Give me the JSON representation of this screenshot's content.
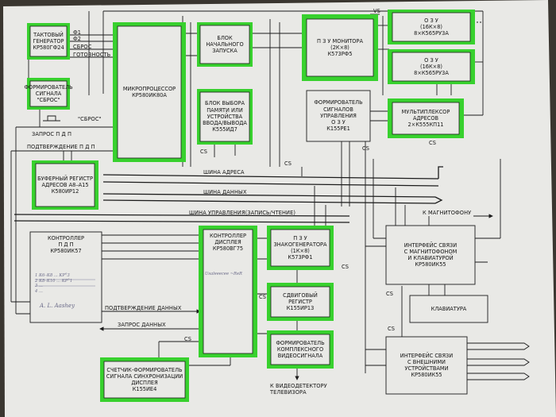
{
  "blocks": {
    "clock_gen": "ТАКТОВЫЙ\nГЕНЕРАТОР\nКР580ГФ24",
    "reset_former": "ФОРМИРОВАТЕЛЬ\nСИГНАЛА\n\"СБРОС\"",
    "cpu": "МИКРОПРОЦЕССОР\nКР580ИК80А",
    "start_block": "БЛОК\nНАЧАЛЬНОГО\nЗАПУСКА",
    "mem_select": "БЛОК ВЫБОРА\nПАМЯТИ ИЛИ\nУСТРОЙСТВА\nВВОДА/ВЫВОДА\nК555ИД7",
    "monitor_rom": "П З У МОНИТОРА\n(2К×8)\nК573РФ5",
    "ram1": "О З У\n(16К×8)\n8×К565РУ3А",
    "ram2": "О З У\n(16К×8)\n8×К565РУ3А",
    "ram_ctrl": "ФОРМИРОВАТЕЛЬ\nСИГНАЛОВ\nУПРАВЛЕНИЯ\nО З У\nК155РЕ1",
    "addr_mux": "МУЛЬТИПЛЕКСОР\nАДРЕСОВ\n2×К555КП11",
    "addr_buf": "БУФЕРНЫЙ РЕГИСТР\nАДРЕСОВ А8–А15\nК580ИР12",
    "dma_ctrl": "КОНТРОЛЛЕР\nП Д П\nКР580ИК57",
    "disp_ctrl": "КОНТРОЛЛЕР\nДИСПЛЕЯ\nКР580ВГ75",
    "char_rom": "П З У\nЗНАКОГЕНЕРАТОРА\n(1К×8)\nК573РФ1",
    "shift_reg": "СДВИГОВЫЙ\nРЕГИСТР\nК155ИР13",
    "video_former": "ФОРМИРОВАТЕЛЬ\nКОМПЛЕКСНОГО\nВИДЕОСИГНАЛА",
    "sync_counter": "СЧЕТЧИК-ФОРМИРОВАТЕЛЬ\nСИГНАЛА СИНХРОНИЗАЦИИ\nДИСПЛЕЯ\nК155ИЕ4",
    "tape_kbd_if": "ИНТЕРФЕЙС СВЯЗИ\nС МАГНИТОФОНОМ\nИ КЛАВИАТУРОЙ\nКР580ИК55",
    "keyboard": "КЛАВИАТУРА",
    "ext_if": "ИНТЕРФЕЙС СВЯЗИ\nС ВНЕШНИМИ\nУСТРОЙСТВАМИ\nКР580ИК55"
  },
  "signals": {
    "phi1": "Ф1",
    "phi2": "Ф2",
    "reset": "СБРОС",
    "ready": "ГОТОВНОСТЬ",
    "reset_quoted": "\"СБРОС\"",
    "dma_request": "ЗАПРОС П Д П",
    "dma_ack": "ПОДТВЕРЖДЕНИЕ П Д П",
    "addr_bus": "ШИНА АДРЕСА",
    "data_bus": "ШИНА ДАННЫХ",
    "ctrl_bus": "ШИНА УПРАВЛЕНИЯ(ЗАПИСЬ/ЧТЕНИЕ)",
    "data_ack": "ПОДТВЕРЖДЕНИЕ ДАННЫХ",
    "data_request": "ЗАПРОС ДАННЫХ",
    "to_tape": "К МАГНИТОФОНУ",
    "to_tv": "К ВИДЕОДЕТЕКТОРУ\nТЕЛЕВИЗОРА",
    "cs": "CS",
    "vs": "VS"
  },
  "notes": {
    "dma_notes": "1  К6–К8 ... КР°3\n2  К8–К10 ... КР°1\n3  ...\n4  ...",
    "signature": "A. L. Aashey",
    "disp_note": "Usaleeecee ~ReR"
  },
  "colors": {
    "paper": "#e9e9e6",
    "ink": "#1c1c1c",
    "highlight": "#38d12e"
  }
}
